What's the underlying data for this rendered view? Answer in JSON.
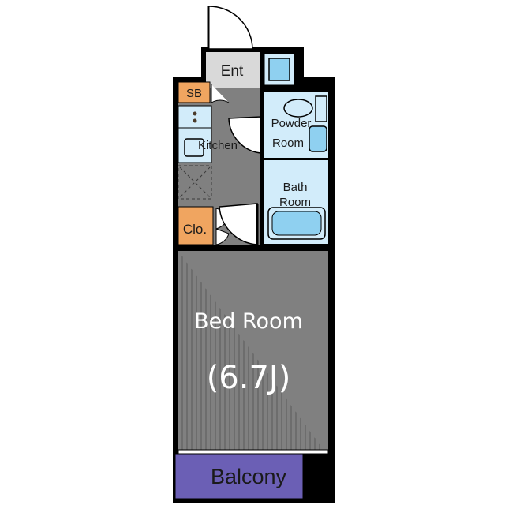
{
  "labels": {
    "entrance": "Ent",
    "shoe_box": "SB",
    "kitchen": "Kitchen",
    "closet": "Clo.",
    "powder_room_line1": "Powder",
    "powder_room_line2": "Room",
    "bath_room_line1": "Bath",
    "bath_room_line2": "Room",
    "bed_room": "Bed Room",
    "bed_room_size": "(6.7J)",
    "balcony": "Balcony"
  },
  "colors": {
    "wall": "#000000",
    "floor": "#808080",
    "wet_area": "#d2ecfa",
    "fixture": "#8fd0f0",
    "storage": "#f0a560",
    "balcony": "#6b5fb5",
    "entrance_floor": "#d9d9d9"
  }
}
